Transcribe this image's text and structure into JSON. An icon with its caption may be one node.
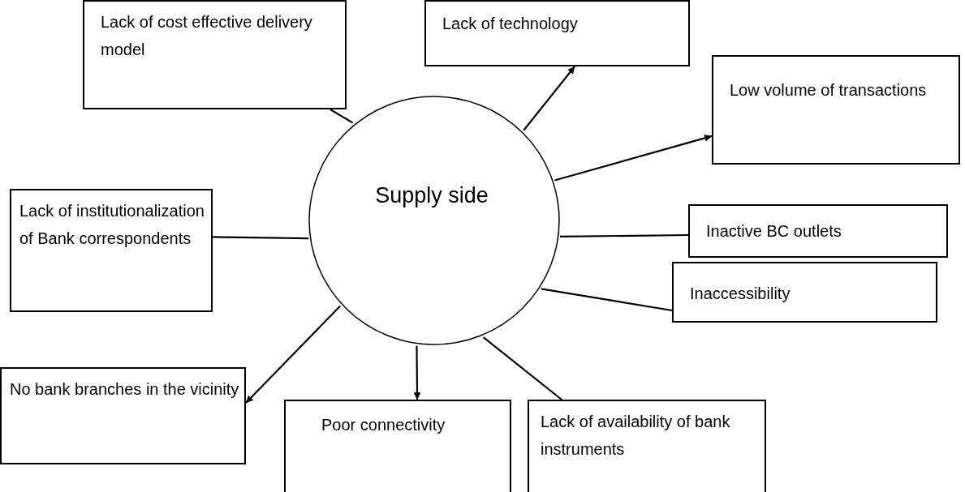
{
  "diagram": {
    "nodes": [
      {
        "text": [
          "Supply side"
        ]
      },
      {
        "text": [
          "Lack of cost effective delivery model"
        ]
      },
      {
        "text": [
          "Lack of technology"
        ]
      },
      {
        "text": [
          "Low volume of transactions"
        ]
      },
      {
        "text": [
          "Lack of institutionalization of Bank correspondents"
        ]
      },
      {
        "text": [
          "Inactive BC outlets"
        ]
      },
      {
        "text": [
          "Inaccessibility"
        ]
      },
      {
        "text": [
          "No bank branches in the vicinity"
        ]
      },
      {
        "text": [
          "Poor connectivity"
        ]
      },
      {
        "text": [
          "Lack of availability of bank instruments"
        ]
      }
    ],
    "edges": [
      {
        "from": 0,
        "to": 1,
        "arrow": "none"
      },
      {
        "from": 0,
        "to": 2,
        "arrow": "to"
      },
      {
        "from": 0,
        "to": 3,
        "arrow": "to"
      },
      {
        "from": 0,
        "to": 4,
        "arrow": "none"
      },
      {
        "from": 0,
        "to": 5,
        "arrow": "none"
      },
      {
        "from": 0,
        "to": 6,
        "arrow": "none"
      },
      {
        "from": 0,
        "to": 7,
        "arrow": "to"
      },
      {
        "from": 0,
        "to": 8,
        "arrow": "to"
      },
      {
        "from": 0,
        "to": 9,
        "arrow": "none"
      }
    ]
  }
}
